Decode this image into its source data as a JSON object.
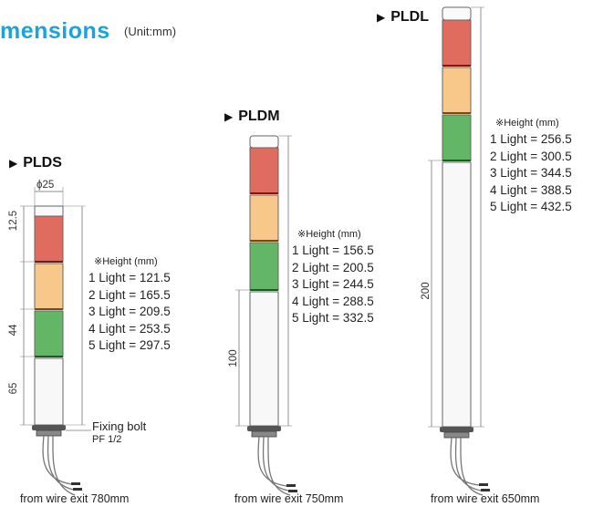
{
  "header": {
    "title": "mensions",
    "unit": "(Unit:mm)"
  },
  "colors": {
    "title": "#1aa3dd",
    "red": "#e06b5f",
    "amber": "#f7c88a",
    "green": "#64b667",
    "body": "#f8f8f8"
  },
  "products": [
    {
      "model": "PLDS",
      "diameter": "ϕ25",
      "dims": [
        "12.5",
        "44",
        "65"
      ],
      "height_header": "※Height (mm)",
      "heights": [
        "1 Light = 121.5",
        "2 Light = 165.5",
        "3 Light = 209.5",
        "4 Light = 253.5",
        "5 Light = 297.5"
      ],
      "fixing_bolt": "Fixing bolt",
      "thread": "PF 1/2",
      "wire": "from wire exit 780mm"
    },
    {
      "model": "PLDM",
      "dims": [
        "100"
      ],
      "height_header": "※Height (mm)",
      "heights": [
        "1 Light = 156.5",
        "2 Light = 200.5",
        "3 Light = 244.5",
        "4 Light = 288.5",
        "5 Light = 332.5"
      ],
      "wire": "from wire exit 750mm"
    },
    {
      "model": "PLDL",
      "dims": [
        "200"
      ],
      "height_header": "※Height (mm)",
      "heights": [
        "1 Light = 256.5",
        "2 Light = 300.5",
        "3 Light = 344.5",
        "4 Light = 388.5",
        "5 Light = 432.5"
      ],
      "wire": "from wire exit 650mm"
    }
  ]
}
